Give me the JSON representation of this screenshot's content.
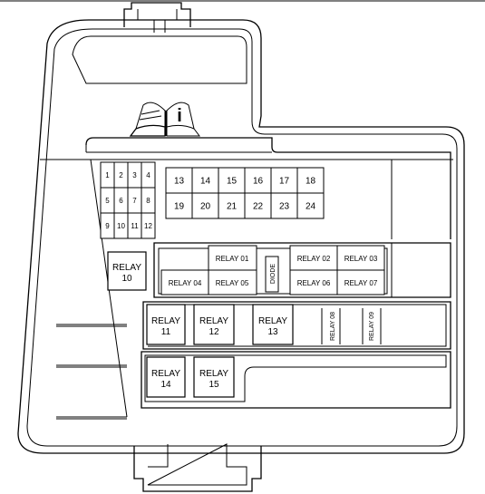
{
  "small_fuses": [
    "1",
    "2",
    "3",
    "4",
    "5",
    "6",
    "7",
    "8",
    "9",
    "10",
    "11",
    "12"
  ],
  "mid_fuses": [
    "13",
    "14",
    "15",
    "16",
    "17",
    "18",
    "19",
    "20",
    "21",
    "22",
    "23",
    "24"
  ],
  "relays": {
    "relay_01": "RELAY 01",
    "relay_02": "RELAY 02",
    "relay_03": "RELAY 03",
    "relay_04": "RELAY 04",
    "relay_05": "RELAY 05",
    "relay_06": "RELAY 06",
    "relay_07": "RELAY 07",
    "relay_08": "RELAY 08",
    "relay_09": "RELAY 09",
    "relay_10": [
      "RELAY",
      "10"
    ],
    "relay_11": [
      "RELAY",
      "11"
    ],
    "relay_12": [
      "RELAY",
      "12"
    ],
    "relay_13": [
      "RELAY",
      "13"
    ],
    "relay_14": [
      "RELAY",
      "14"
    ],
    "relay_15": [
      "RELAY",
      "15"
    ]
  },
  "diode": "DIODE",
  "info_icon": "book-info-icon"
}
